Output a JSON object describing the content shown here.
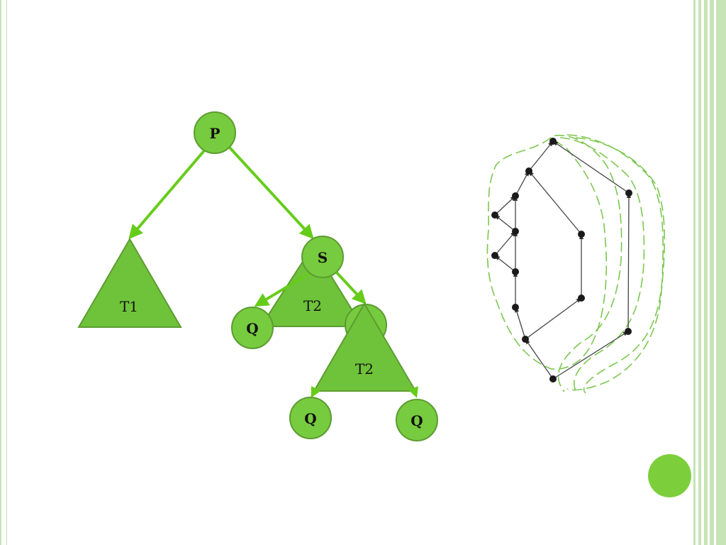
{
  "colors": {
    "node_fill": "#77cb3f",
    "node_stroke": "#5c9c31",
    "edge": "#66cc1a",
    "triangle_fill": "#6fc33a",
    "triangle_stroke": "#5c9c31",
    "border": "#c6e4b6",
    "graph_edge": "#4a4a4a",
    "graph_node": "#1a1a1a",
    "dashed": "#7cc750"
  },
  "tree": {
    "p": "P",
    "s": "S",
    "q1": "Q",
    "q2": "Q",
    "q3": "Q",
    "t1": "T1",
    "t2a": "T2",
    "t2b": "T2"
  }
}
